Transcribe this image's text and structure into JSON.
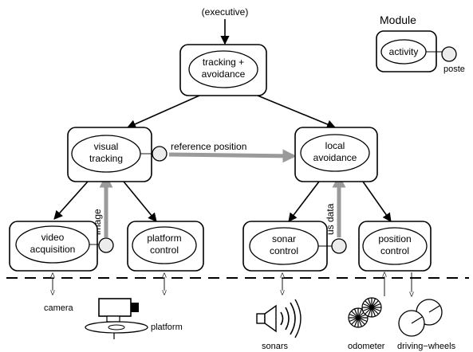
{
  "top_label": "(executive)",
  "legend": {
    "title": "Module",
    "activity": "activity",
    "poster": "poste"
  },
  "modules": {
    "tracking": [
      "tracking +",
      "avoidance"
    ],
    "visual_tracking": [
      "visual",
      "tracking"
    ],
    "local_avoidance": [
      "local",
      "avoidance"
    ],
    "video_acquisition": [
      "video",
      "acquisition"
    ],
    "platform_control": [
      "platform",
      "control"
    ],
    "sonar_control": [
      "sonar",
      "control"
    ],
    "position_control": [
      "position",
      "control"
    ]
  },
  "data_flows": {
    "reference_position": "reference position",
    "image": "image",
    "us_data": "us data"
  },
  "hardware": {
    "camera": "camera",
    "platform": "platform",
    "sonars": "sonars",
    "odometer": "odometer",
    "driving_wheels": "driving−wheels"
  },
  "colors": {
    "flow_gray": "#9a9a9a",
    "poster_fill": "#ececec"
  }
}
